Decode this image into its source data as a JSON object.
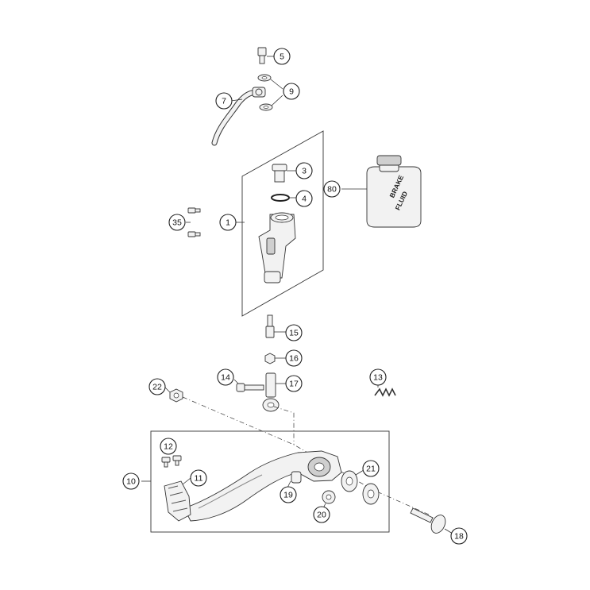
{
  "callouts": [
    {
      "id": "1",
      "label": "1"
    },
    {
      "id": "3",
      "label": "3"
    },
    {
      "id": "4",
      "label": "4"
    },
    {
      "id": "5",
      "label": "5"
    },
    {
      "id": "7",
      "label": "7"
    },
    {
      "id": "9",
      "label": "9"
    },
    {
      "id": "10",
      "label": "10"
    },
    {
      "id": "11",
      "label": "11"
    },
    {
      "id": "12",
      "label": "12"
    },
    {
      "id": "13",
      "label": "13"
    },
    {
      "id": "14",
      "label": "14"
    },
    {
      "id": "15",
      "label": "15"
    },
    {
      "id": "16",
      "label": "16"
    },
    {
      "id": "17",
      "label": "17"
    },
    {
      "id": "18",
      "label": "18"
    },
    {
      "id": "19",
      "label": "19"
    },
    {
      "id": "20",
      "label": "20"
    },
    {
      "id": "21",
      "label": "21"
    },
    {
      "id": "22",
      "label": "22"
    },
    {
      "id": "35",
      "label": "35"
    },
    {
      "id": "80",
      "label": "80"
    }
  ],
  "bottle": {
    "line1": "BRAKE",
    "line2": "FLUID"
  },
  "colors": {
    "line": "#333333",
    "fill": "#f2f2f2",
    "background": "#ffffff"
  }
}
